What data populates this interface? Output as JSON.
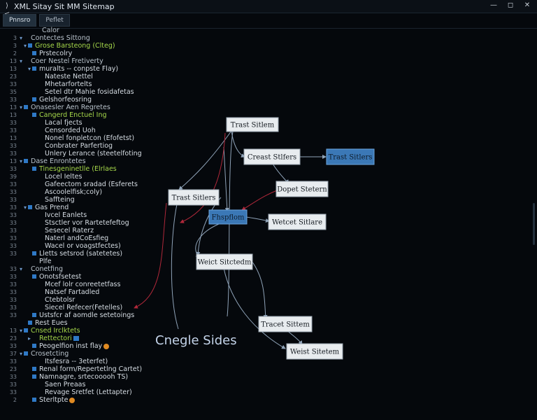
{
  "window": {
    "title": "XML Sitay Sit MM Sitemap",
    "app_icon": "logo-icon",
    "controls": [
      "—",
      "◻",
      "✕"
    ]
  },
  "tabs": [
    "Pnnsro",
    "Peflet"
  ],
  "tree": [
    {
      "ln": "",
      "tw": "",
      "sq": false,
      "text": "Calor",
      "indent": 60,
      "style": "sec"
    },
    {
      "ln": "3",
      "tw": "▾",
      "sq": false,
      "text": "Contectes Sittong",
      "indent": 44,
      "style": "sec"
    },
    {
      "ln": "3",
      "tw": "▾",
      "sq": true,
      "text": "Grose Barsteong (Clteg)",
      "indent": 50,
      "style": "hl"
    },
    {
      "ln": "2",
      "tw": "",
      "sq": true,
      "text": "Prstecolry",
      "indent": 56,
      "style": ""
    },
    {
      "ln": "13",
      "tw": "▾",
      "sq": false,
      "text": "Coer Nestel Fretiverty",
      "indent": 44,
      "style": "sec"
    },
    {
      "ln": "13",
      "tw": "▾",
      "sq": true,
      "text": "muralts    -- conpste Flay)",
      "indent": 56,
      "style": ""
    },
    {
      "ln": "23",
      "tw": "",
      "sq": false,
      "text": "Nateste Nettel",
      "indent": 64,
      "style": ""
    },
    {
      "ln": "33",
      "tw": "",
      "sq": false,
      "text": "Mhetarfortelts",
      "indent": 64,
      "style": ""
    },
    {
      "ln": "35",
      "tw": "",
      "sq": false,
      "text": "Setel dtr Mahie fosidafetas",
      "indent": 64,
      "style": ""
    },
    {
      "ln": "33",
      "tw": "",
      "sq": true,
      "text": "Gelshorfeosring",
      "indent": 56,
      "style": ""
    },
    {
      "ln": "13",
      "tw": "▾",
      "sq": true,
      "text": "Onasesler Aen Regretes",
      "indent": 44,
      "style": "sec"
    },
    {
      "ln": "13",
      "tw": "",
      "sq": true,
      "text": "Cangerd Enctuel Ing",
      "indent": 56,
      "style": "hl"
    },
    {
      "ln": "33",
      "tw": "",
      "sq": false,
      "text": "Lacal fjects",
      "indent": 64,
      "style": ""
    },
    {
      "ln": "33",
      "tw": "",
      "sq": false,
      "text": "Censorded Uoh",
      "indent": 64,
      "style": ""
    },
    {
      "ln": "13",
      "tw": "",
      "sq": false,
      "text": "Nonel fonpletcon (Efofetst)",
      "indent": 64,
      "style": ""
    },
    {
      "ln": "33",
      "tw": "",
      "sq": false,
      "text": "Conbrater Parfertiog",
      "indent": 64,
      "style": ""
    },
    {
      "ln": "33",
      "tw": "",
      "sq": false,
      "text": "Unlery Lerance (steetelfoting",
      "indent": 64,
      "style": ""
    },
    {
      "ln": "13",
      "tw": "▾",
      "sq": true,
      "text": "Dase Enrontetes",
      "indent": 44,
      "style": "sec"
    },
    {
      "ln": "33",
      "tw": "",
      "sq": true,
      "text": "Tinesgeninetlle (Elrlaes",
      "indent": 56,
      "style": "hl"
    },
    {
      "ln": "39",
      "tw": "",
      "sq": false,
      "text": "Locel Ieltes",
      "indent": 64,
      "style": ""
    },
    {
      "ln": "33",
      "tw": "",
      "sq": false,
      "text": "Gafeectom sradad (Esferets",
      "indent": 64,
      "style": ""
    },
    {
      "ln": "33",
      "tw": "",
      "sq": false,
      "text": "Ascoolelfisk;coly)",
      "indent": 64,
      "style": ""
    },
    {
      "ln": "33",
      "tw": "",
      "sq": false,
      "text": "Saffteing",
      "indent": 64,
      "style": ""
    },
    {
      "ln": "33",
      "tw": "▾",
      "sq": true,
      "text": "Gas Prend",
      "indent": 50,
      "style": ""
    },
    {
      "ln": "33",
      "tw": "",
      "sq": false,
      "text": "Ivcel Eanlets",
      "indent": 64,
      "style": ""
    },
    {
      "ln": "33",
      "tw": "",
      "sq": false,
      "text": "Stsctler vor Rartetefeftog",
      "indent": 64,
      "style": ""
    },
    {
      "ln": "33",
      "tw": "",
      "sq": false,
      "text": "Sesecel Raterz",
      "indent": 64,
      "style": ""
    },
    {
      "ln": "33",
      "tw": "",
      "sq": false,
      "text": "Naterl andCoEsfieg",
      "indent": 64,
      "style": ""
    },
    {
      "ln": "33",
      "tw": "",
      "sq": false,
      "text": "Wacel or voagstfectes)",
      "indent": 64,
      "style": ""
    },
    {
      "ln": "33",
      "tw": "",
      "sq": true,
      "text": "Lletts setsrod (satetetes)",
      "indent": 56,
      "style": ""
    },
    {
      "ln": "",
      "tw": "",
      "sq": false,
      "text": "Plfe",
      "indent": 56,
      "style": ""
    },
    {
      "ln": "33",
      "tw": "▾",
      "sq": false,
      "text": "Conetfing",
      "indent": 44,
      "style": "sec"
    },
    {
      "ln": "33",
      "tw": "",
      "sq": true,
      "text": "Onotsfsetest",
      "indent": 56,
      "style": ""
    },
    {
      "ln": "33",
      "tw": "",
      "sq": false,
      "text": "Mcef lolr conreetetfass",
      "indent": 64,
      "style": ""
    },
    {
      "ln": "33",
      "tw": "",
      "sq": false,
      "text": "Natsef Fartadled",
      "indent": 64,
      "style": ""
    },
    {
      "ln": "33",
      "tw": "",
      "sq": false,
      "text": "Ctebtolsr",
      "indent": 64,
      "style": ""
    },
    {
      "ln": "33",
      "tw": "",
      "sq": false,
      "text": "Siecel Refecer(Fetelles)",
      "indent": 64,
      "style": ""
    },
    {
      "ln": "33",
      "tw": "",
      "sq": true,
      "text": "Ustsfcr af aomdle setetoings",
      "indent": 56,
      "style": ""
    },
    {
      "ln": "",
      "tw": "",
      "sq": true,
      "text": "Rest Eues",
      "indent": 50,
      "style": ""
    },
    {
      "ln": "13",
      "tw": "▾",
      "sq": true,
      "text": "Cnsed Irclktets",
      "indent": 44,
      "style": "hl"
    },
    {
      "ln": "23",
      "tw": "▸",
      "sq": false,
      "text": "Rettectori",
      "indent": 56,
      "style": "hl",
      "badge": "sq"
    },
    {
      "ln": "33",
      "tw": "",
      "sq": true,
      "text": "Peogelfion inst flay",
      "indent": 56,
      "style": "",
      "badge": "dot"
    },
    {
      "ln": "37",
      "tw": "▾",
      "sq": true,
      "text": "Crosetcting",
      "indent": 44,
      "style": "sec"
    },
    {
      "ln": "33",
      "tw": "",
      "sq": false,
      "text": "Itsfesra          -- 3eterfet)",
      "indent": 64,
      "style": ""
    },
    {
      "ln": "23",
      "tw": "",
      "sq": true,
      "text": "Renal form/Repertetlng Cartet)",
      "indent": 56,
      "style": ""
    },
    {
      "ln": "33",
      "tw": "",
      "sq": true,
      "text": "Namnagre, srtecooooh TS)",
      "indent": 56,
      "style": ""
    },
    {
      "ln": "33",
      "tw": "",
      "sq": false,
      "text": "Saen Preaas",
      "indent": 64,
      "style": ""
    },
    {
      "ln": "33",
      "tw": "",
      "sq": false,
      "text": "Revage Sretfet (Lettapter)",
      "indent": 64,
      "style": ""
    },
    {
      "ln": "2",
      "tw": "",
      "sq": true,
      "text": "Sterltpte",
      "indent": 56,
      "style": "",
      "badge": "dot"
    }
  ],
  "diagram": {
    "nodes": [
      {
        "id": "n1",
        "label": "Trast Sitlem",
        "style": "light"
      },
      {
        "id": "n2",
        "label": "Creast Stlfers",
        "style": "light"
      },
      {
        "id": "n3",
        "label": "Trast Sitlers",
        "style": "blue"
      },
      {
        "id": "n4",
        "label": "Trast Sitlers",
        "style": "light"
      },
      {
        "id": "n5",
        "label": "Dopet Stetern",
        "style": "light"
      },
      {
        "id": "n6",
        "label": "Fhspflom",
        "style": "blue"
      },
      {
        "id": "n7",
        "label": "Wetcet Sitlare",
        "style": "light"
      },
      {
        "id": "n8",
        "label": "Weict Sitctedm",
        "style": "light"
      },
      {
        "id": "n9",
        "label": "Tracet Sittem",
        "style": "light"
      },
      {
        "id": "n10",
        "label": "Weist Sitetem",
        "style": "light"
      }
    ],
    "caption": "Cnegle Sides"
  }
}
